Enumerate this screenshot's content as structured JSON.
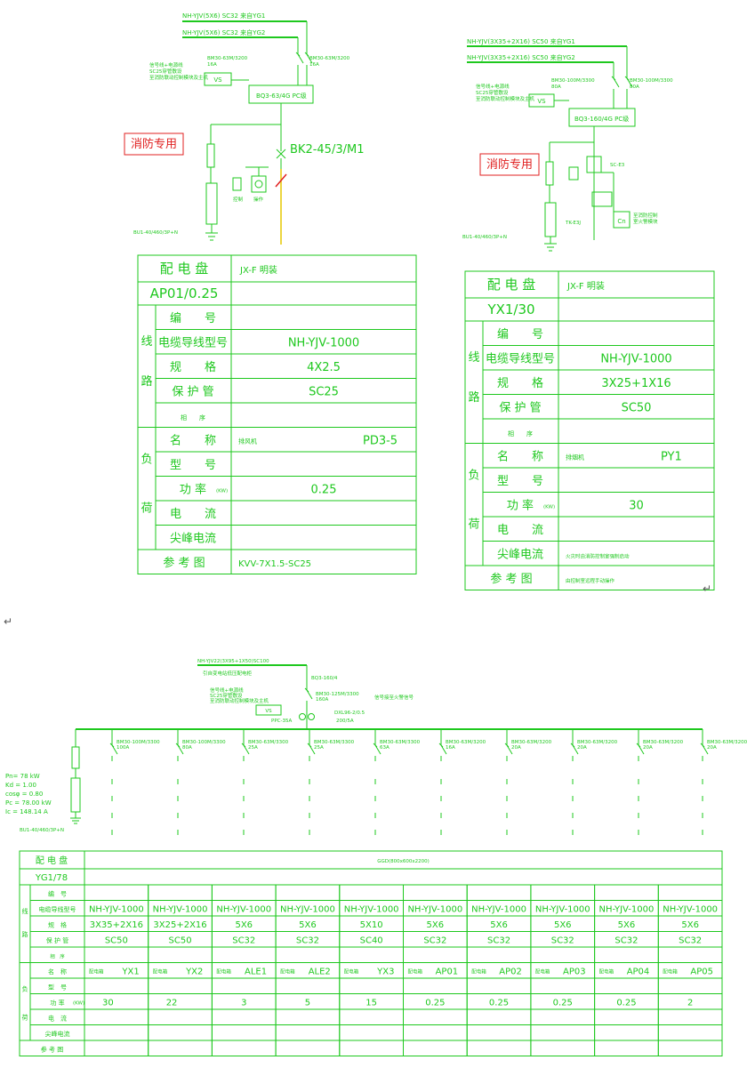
{
  "panel1": {
    "feeders": [
      "NH-YJV(5X6) SC32 来自YG1",
      "NH-YJV(5X6) SC32 来自YG2"
    ],
    "breakers": [
      "BM30-63M/3200\n16A",
      "BM30-63M/3200\n16A"
    ],
    "vs": "VS",
    "signal": [
      "信号线+电源线",
      "SC25穿管敷设",
      "至消防联动控制模块及主机"
    ],
    "ats": "BQ3-63/4G PC级",
    "fire_label": "消防专用",
    "contactor": "BK2-45/3/M1",
    "ctrl": [
      "控制",
      "操作"
    ],
    "spd": "BU1-40/460/3P+N",
    "table": {
      "title": "配 电 盘",
      "model": "JX-F 明装",
      "id": "AP01/0.25",
      "sec_line": "线 路",
      "sec_load": "负 荷",
      "rows": [
        {
          "label": "编　　号",
          "value": ""
        },
        {
          "label": "电缆导线型号",
          "value": "NH-YJV-1000"
        },
        {
          "label": "规　　格",
          "value": "4X2.5"
        },
        {
          "label": "保 护 管",
          "value": "SC25"
        },
        {
          "label": "相　　序",
          "value": ""
        },
        {
          "label": "名　　称",
          "value_small": "排风机",
          "value": "PD3-5"
        },
        {
          "label": "型　　号",
          "value": ""
        },
        {
          "label": "功 率",
          "unit": "(KW)",
          "value": "0.25"
        },
        {
          "label": "电　　流",
          "value": ""
        },
        {
          "label": "尖峰电流",
          "value": ""
        }
      ],
      "ref_label": "参 考 图",
      "ref_value": "KVV-7X1.5-SC25"
    }
  },
  "panel2": {
    "feeders": [
      "NH-YJV(3X35+2X16) SC50 来自YG1",
      "NH-YJV(3X35+2X16) SC50 来自YG2"
    ],
    "breakers": [
      "BM30-100M/3300\n80A",
      "BM30-100M/3300\n80A"
    ],
    "vs": "VS",
    "signal": [
      "信号线+电源线",
      "SC25穿管敷设",
      "至消防联动控制模块及主机"
    ],
    "ats": "BQ3-160/4G PC级",
    "fire_label": "消防专用",
    "contactor": "SC-E3",
    "relay": "TK-E3J",
    "cn": "Cn",
    "cn_note": [
      "至消防控制",
      "室火警模块"
    ],
    "spd": "BU1-40/460/3P+N",
    "table": {
      "title": "配 电 盘",
      "model": "JX-F 明装",
      "id": "YX1/30",
      "sec_line": "线 路",
      "sec_load": "负 荷",
      "rows": [
        {
          "label": "编　　号",
          "value": ""
        },
        {
          "label": "电缆导线型号",
          "value": "NH-YJV-1000"
        },
        {
          "label": "规　　格",
          "value": "3X25+1X16"
        },
        {
          "label": "保 护 管",
          "value": "SC50"
        },
        {
          "label": "相　　序",
          "value": ""
        },
        {
          "label": "名　　称",
          "value_small": "排烟机",
          "value": "PY1"
        },
        {
          "label": "型　　号",
          "value": ""
        },
        {
          "label": "功 率",
          "unit": "(KW)",
          "value": "30"
        },
        {
          "label": "电　　流",
          "value": ""
        },
        {
          "label": "尖峰电流",
          "value": "火灾时由消防控制室强制启动"
        }
      ],
      "ref_label": "参 考 图",
      "ref_value": "由控制室远程手动操作"
    }
  },
  "panel3": {
    "incoming": [
      "NH-YJV22(3X95+1X50)SC100",
      "引自变电站低压配电柜"
    ],
    "main_breaker": "BM30-125M/3300\n160A",
    "bq": "BQ3-160/4",
    "vs": "VS",
    "signal": [
      "信号线+电源线",
      "SC25穿管敷设",
      "至消防联动控制模块及主机"
    ],
    "ppc": "PPC-35A",
    "meter": "DXL96-2/0.5",
    "meter_rating": "200/5A",
    "sig_note": "信号接至火警信号",
    "calc": [
      "Pn= 78 kW",
      "Kd = 1.00",
      "cosφ = 0.80",
      "Pc = 78.00 kW",
      "Ic = 148.14 A"
    ],
    "spd": "BU1-40/460/3P+N",
    "breakers": [
      "BM30-100M/3300\n100A",
      "BM30-100M/3300\n80A",
      "BM30-63M/3300\n25A",
      "BM30-63M/3300\n25A",
      "BM30-63M/3300\n63A",
      "BM30-63M/3200\n16A",
      "BM30-63M/3200\n20A",
      "BM30-63M/3200\n20A",
      "BM30-63M/3200\n20A",
      "BM30-63M/3200\n20A"
    ],
    "table": {
      "title": "配 电 盘",
      "model": "GGD(800x600x2200)",
      "id": "YG1/78",
      "sec_line": "线 路",
      "sec_load": "负 荷",
      "row_labels": [
        "编　号",
        "电缆导线型号",
        "规　格",
        "保 护 管",
        "相　序",
        "名　称",
        "型　号",
        "功 率",
        "电　流",
        "尖峰电流"
      ],
      "unit": "(KW)",
      "ref_label": "参 考 图",
      "cables": [
        "NH-YJV-1000",
        "NH-YJV-1000",
        "NH-YJV-1000",
        "NH-YJV-1000",
        "NH-YJV-1000",
        "NH-YJV-1000",
        "NH-YJV-1000",
        "NH-YJV-1000",
        "NH-YJV-1000",
        "NH-YJV-1000"
      ],
      "specs": [
        "3X35+2X16",
        "3X25+2X16",
        "5X6",
        "5X6",
        "5X10",
        "5X6",
        "5X6",
        "5X6",
        "5X6",
        "5X6"
      ],
      "pipes": [
        "SC50",
        "SC50",
        "SC32",
        "SC32",
        "SC40",
        "SC32",
        "SC32",
        "SC32",
        "SC32",
        "SC32"
      ],
      "name_prefix": "配电箱",
      "names": [
        "YX1",
        "YX2",
        "ALE1",
        "ALE2",
        "YX3",
        "AP01",
        "AP02",
        "AP03",
        "AP04",
        "AP05"
      ],
      "powers": [
        "30",
        "22",
        "3",
        "5",
        "15",
        "0.25",
        "0.25",
        "0.25",
        "0.25",
        "2"
      ]
    }
  },
  "para_mark": "↵",
  "colors": {
    "line": "#1ec81e",
    "red": "#e02020"
  }
}
